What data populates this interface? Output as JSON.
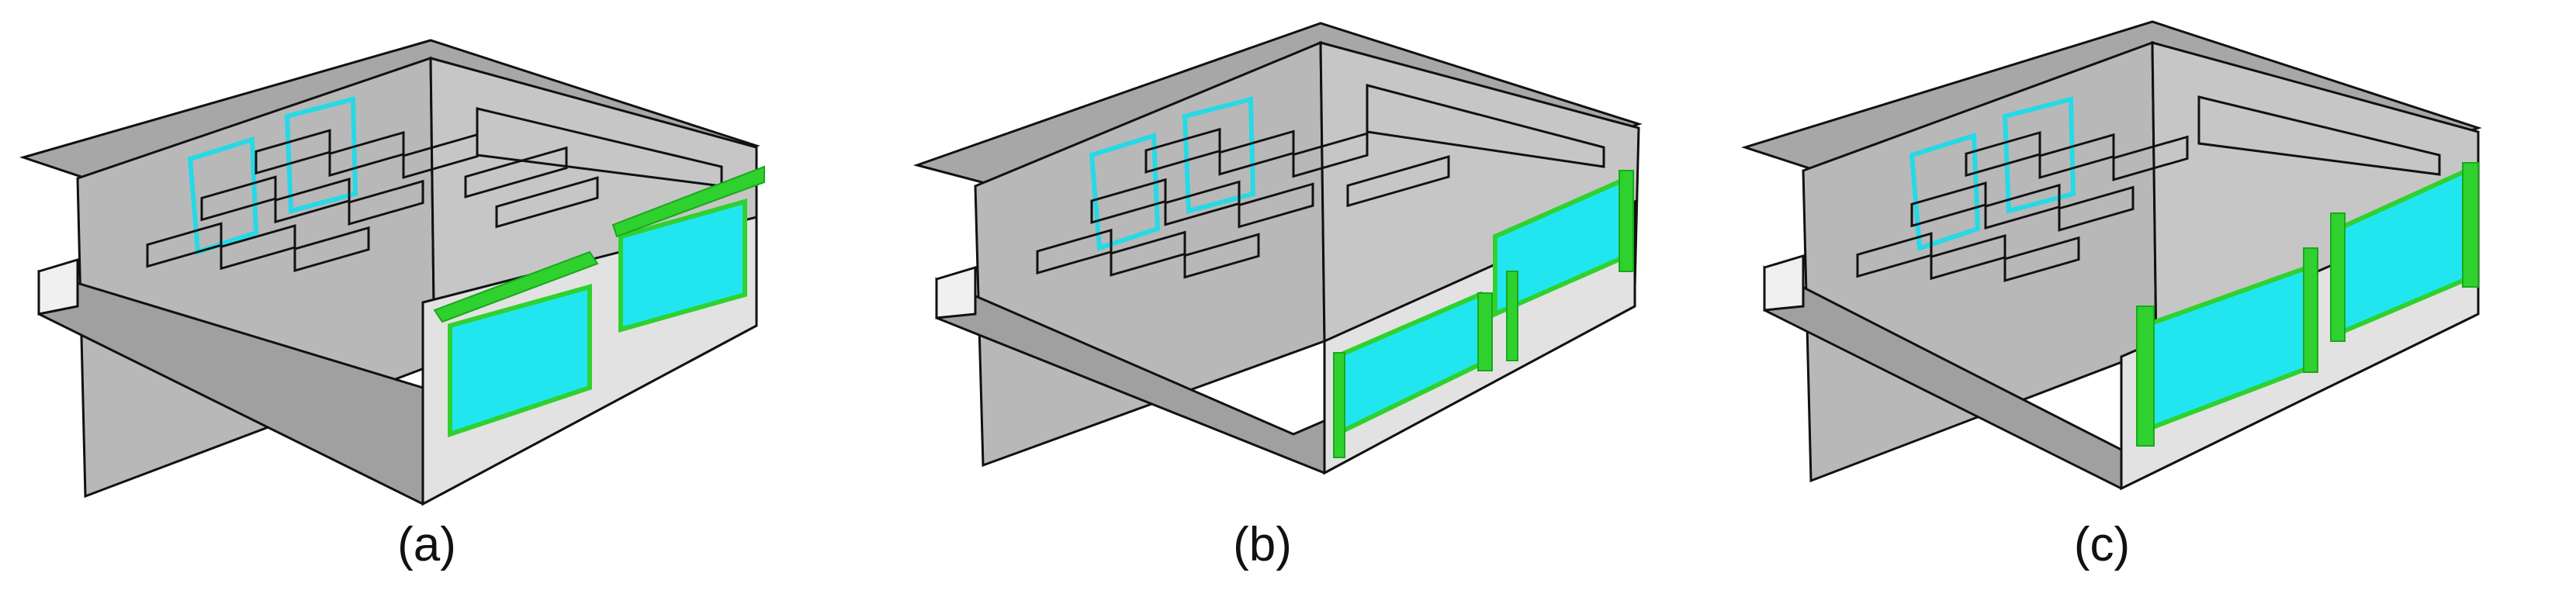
{
  "figure": {
    "panels": [
      {
        "id": "a",
        "label": "(a)"
      },
      {
        "id": "b",
        "label": "(b)"
      },
      {
        "id": "c",
        "label": "(c)"
      }
    ]
  },
  "colors": {
    "wall": "#b8b8b8",
    "floor": "#9a9a9a",
    "roof": "#a8a8a8",
    "edge": "#111111",
    "window": "#26d9e6",
    "panel_fill": "#22e6ef",
    "panel_frame": "#2fd12f"
  }
}
